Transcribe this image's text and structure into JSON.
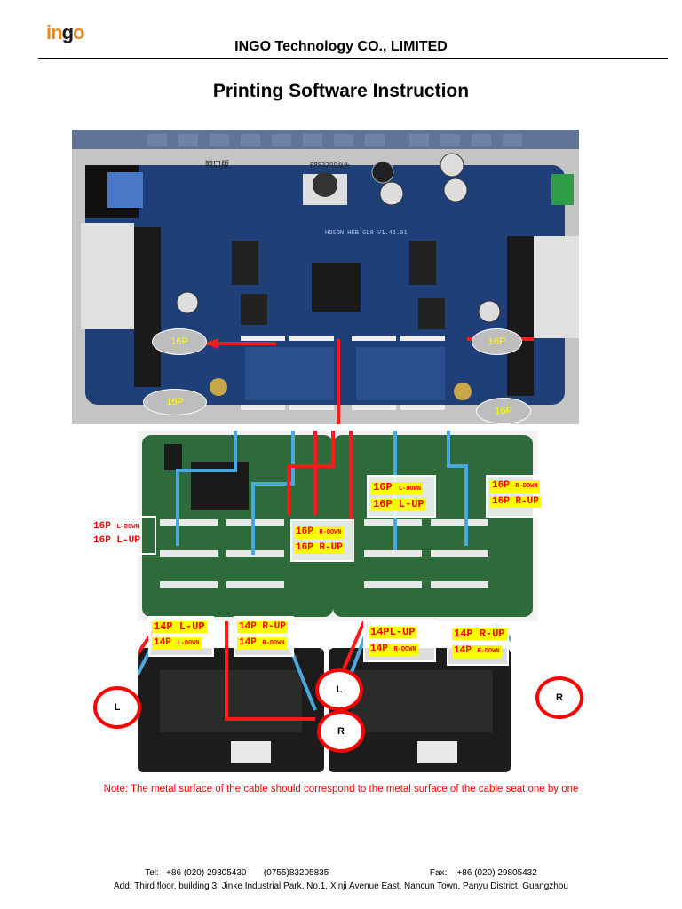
{
  "header": {
    "logo_prefix": "in",
    "logo_mid": "g",
    "logo_suffix": "o",
    "company": "INGO Technology CO., LIMITED"
  },
  "title": "Printing Software Instruction",
  "main_board": {
    "chip_labels": [
      "HOSON HEB GL8 V1.41.01",
      "EPS3200双头",
      "网口版"
    ],
    "ovals": [
      "16P",
      "16P",
      "16P",
      "16P"
    ]
  },
  "adapter_boards": {
    "labels_left": [
      {
        "main": "16P",
        "sub": "L-DOWN"
      },
      {
        "main": "16P L-UP",
        "sub": ""
      }
    ],
    "labels_center": [
      {
        "main": "16P",
        "sub": "R-DOWN"
      },
      {
        "main": "16P R-UP",
        "sub": ""
      }
    ],
    "labels_right_a": [
      {
        "main": "16P",
        "sub": "L-DOWN"
      },
      {
        "main": "16P L-UP",
        "sub": ""
      }
    ],
    "labels_right_b": [
      {
        "main": "16P",
        "sub": "R-DOWN"
      },
      {
        "main": "16P R-UP",
        "sub": ""
      }
    ]
  },
  "print_heads": {
    "labels_a": [
      {
        "main": "14P L-UP",
        "sub": ""
      },
      {
        "main": "14P",
        "sub": "L-DOWN"
      }
    ],
    "labels_b": [
      {
        "main": "14P R-UP",
        "sub": ""
      },
      {
        "main": "14P",
        "sub": "R-DOWN"
      }
    ],
    "labels_c": [
      {
        "main": "14PL-UP",
        "sub": ""
      },
      {
        "main": "14P",
        "sub": "R-DOWN"
      }
    ],
    "labels_d": [
      {
        "main": "14P R-UP",
        "sub": ""
      },
      {
        "main": "14P",
        "sub": "R-DOWN"
      }
    ],
    "circles": [
      "L",
      "R",
      "L",
      "R"
    ]
  },
  "note": "Note: The metal surface of the cable should correspond to the metal surface of the cable seat one by one",
  "footer": {
    "tel_label": "Tel:",
    "tel_value": "+86 (020) 29805430",
    "tel_alt": "(0755)83205835",
    "fax_label": "Fax:",
    "fax_value": "+86 (020) 29805432",
    "address": "Add: Third floor, building 3, Jinke Industrial Park, No.1, Xinji Avenue East, Nancun Town, Panyu District, Guangzhou"
  },
  "colors": {
    "logo": "#e8871e",
    "note": "#ff0000",
    "label_bg": "#ffff00",
    "board_blue": "#1f3f78",
    "board_green": "#2f6b3a",
    "cable_red": "#ff1a1a",
    "cable_blue": "#4aa8e0"
  }
}
